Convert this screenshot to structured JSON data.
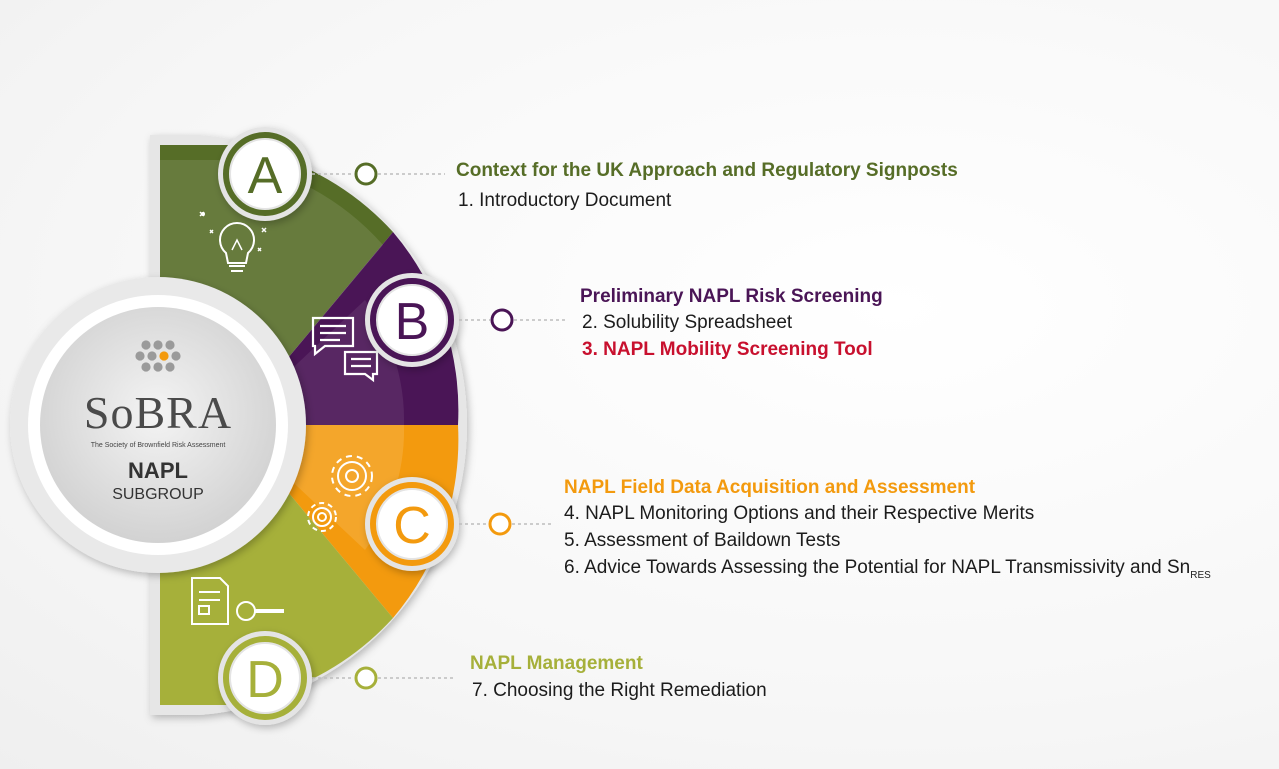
{
  "colors": {
    "a": "#566d27",
    "b": "#4a1556",
    "c": "#f39a0e",
    "d": "#a6b03a",
    "highlight": "#c8102e",
    "text": "#1c1c1c",
    "logo_dot_accent": "#f39a0e",
    "logo_dot": "#9a9a9a"
  },
  "logo": {
    "name": "SoBRA",
    "tagline": "The Society of Brownfield Risk Assessment",
    "group": "NAPL",
    "subgroup": "SUBGROUP"
  },
  "sections": [
    {
      "letter": "A",
      "icon": "lightbulb-icon",
      "title": "Context for the UK Approach and Regulatory Signposts",
      "items": [
        {
          "text": "1. Introductory Document",
          "highlight": false
        }
      ]
    },
    {
      "letter": "B",
      "icon": "chat-bubbles-icon",
      "title": "Preliminary NAPL Risk Screening",
      "items": [
        {
          "text": "2. Solubility Spreadsheet",
          "highlight": false
        },
        {
          "text": "3. NAPL Mobility Screening Tool",
          "highlight": true
        }
      ]
    },
    {
      "letter": "C",
      "icon": "gears-icon",
      "title": "NAPL Field Data Acquisition and Assessment",
      "items": [
        {
          "text": "4. NAPL Monitoring Options and their Respective Merits",
          "highlight": false
        },
        {
          "text": "5. Assessment of Baildown Tests",
          "highlight": false
        },
        {
          "text": "6. Advice Towards Assessing the Potential for NAPL Transmissivity and Sn",
          "subscript": "RES",
          "highlight": false
        }
      ]
    },
    {
      "letter": "D",
      "icon": "document-magnifier-icon",
      "title": "NAPL Management",
      "items": [
        {
          "text": "7. Choosing the Right Remediation",
          "highlight": false
        }
      ]
    }
  ]
}
